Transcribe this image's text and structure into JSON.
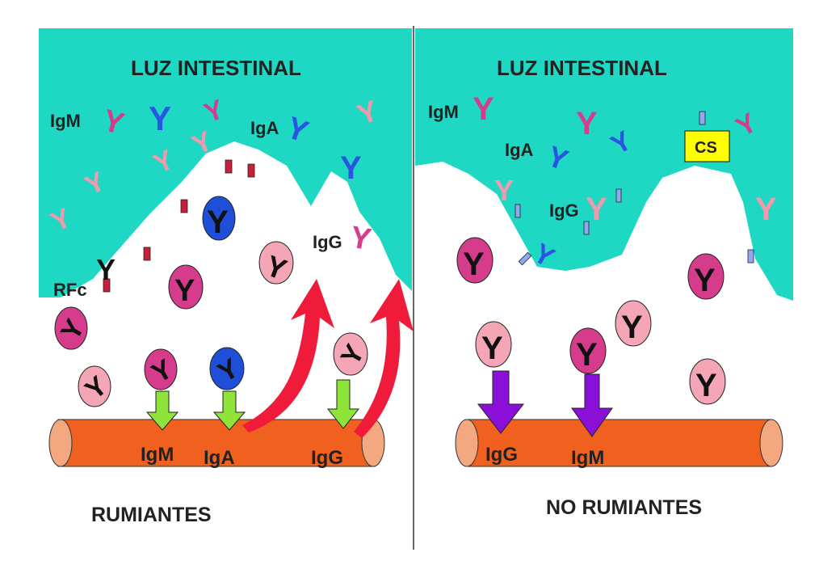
{
  "colors": {
    "lumen": "#1FD8C3",
    "vessel": "#F0601E",
    "vessel_cap": "#F4A880",
    "cell_magenta": "#D63C8C",
    "cell_pink": "#F4A6B6",
    "cell_blue": "#1E4FD6",
    "ab_blue": "#2A55E0",
    "ab_pink": "#F09AAE",
    "ab_magenta": "#D63C8C",
    "arrow_green": "#8FE43A",
    "arrow_purple": "#8A10D8",
    "arrow_red": "#F01A3A",
    "receptor_red": "#C8203A",
    "receptor_blue": "#8FA8F0",
    "cs_box": "#FFFF00"
  },
  "left_panel": {
    "title": "LUZ INTESTINAL",
    "caption": "RUMIANTES",
    "lumen_labels": [
      "IgM",
      "IgA",
      "IgG"
    ],
    "receptor_label": "RFc",
    "vessel_labels": [
      "IgM",
      "IgA",
      "IgG"
    ]
  },
  "right_panel": {
    "title": "LUZ INTESTINAL",
    "caption": "NO RUMIANTES",
    "lumen_labels": [
      "IgM",
      "IgA",
      "IgG"
    ],
    "cs_label": "CS",
    "vessel_labels": [
      "IgG",
      "IgM"
    ]
  },
  "glyphs": {
    "antibody": "Y"
  }
}
